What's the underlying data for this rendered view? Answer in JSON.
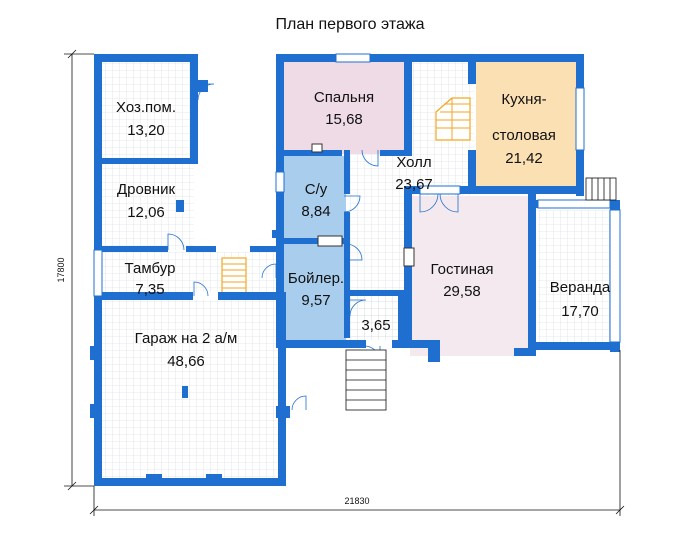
{
  "title": "План первого этажа",
  "dimensions": {
    "width": "21830",
    "height": "17800"
  },
  "rooms": [
    {
      "name": "Хоз.пом.",
      "area": "13,20"
    },
    {
      "name": "Дровник",
      "area": "12,06"
    },
    {
      "name": "Тамбур",
      "area": "7,35"
    },
    {
      "name": "Гараж на 2 а/м",
      "area": "48,66"
    },
    {
      "name": "Спальня",
      "area": "15,68"
    },
    {
      "name": "С/у",
      "area": "8,84"
    },
    {
      "name": "Бойлер.",
      "area": "9,57"
    },
    {
      "name": "",
      "area": "3,65"
    },
    {
      "name": "Холл",
      "area": "23,67"
    },
    {
      "name": "Кухня-",
      "area": "столовая"
    },
    {
      "name": "",
      "area": "21,42"
    },
    {
      "name": "Гостиная",
      "area": "29,58"
    },
    {
      "name": "Веранда",
      "area": "17,70"
    }
  ],
  "colors": {
    "wall": "#1f6fd0",
    "grid": "#cfd6de",
    "bedroom": "#efdbe6",
    "bathroom": "#a9cdec",
    "kitchen": "#fbe0b3",
    "living": "#f3e9ef",
    "stairs": "#f3a623"
  }
}
